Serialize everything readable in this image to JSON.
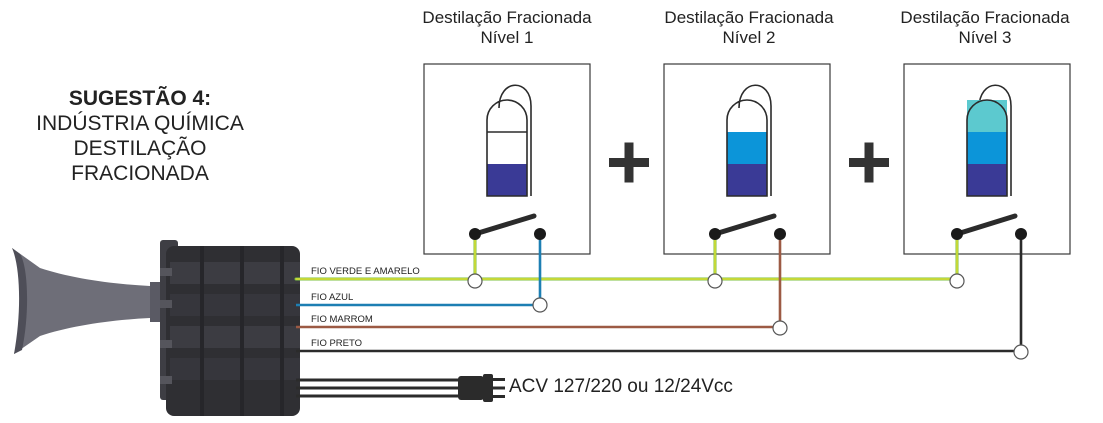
{
  "suggestion": {
    "title": "SUGESTÃO 4:",
    "lines": [
      "INDÚSTRIA QUÍMICA",
      "DESTILAÇÃO",
      "FRACIONADA"
    ]
  },
  "levels": [
    {
      "title": "Destilação Fracionada",
      "subtitle": "Nível 1",
      "fill_segments": [
        "#3a3a96"
      ]
    },
    {
      "title": "Destilação Fracionada",
      "subtitle": "Nível 2",
      "fill_segments": [
        "#0c95d9",
        "#3a3a96"
      ]
    },
    {
      "title": "Destilação Fracionada",
      "subtitle": "Nível 3",
      "fill_segments": [
        "#5cc9cf",
        "#0c95d9",
        "#3a3a96"
      ]
    }
  ],
  "operators": [
    "+",
    "+"
  ],
  "wires": [
    {
      "label": "FIO VERDE E AMARELO",
      "colors": [
        "#7cc242",
        "#f2e631"
      ]
    },
    {
      "label": "FIO AZUL",
      "color": "#1d7fb3"
    },
    {
      "label": "FIO MARROM",
      "color": "#9c5a44"
    },
    {
      "label": "FIO PRETO",
      "color": "#2b2b2b"
    }
  ],
  "power": {
    "label": "ACV 127/220 ou 12/24Vcc"
  }
}
